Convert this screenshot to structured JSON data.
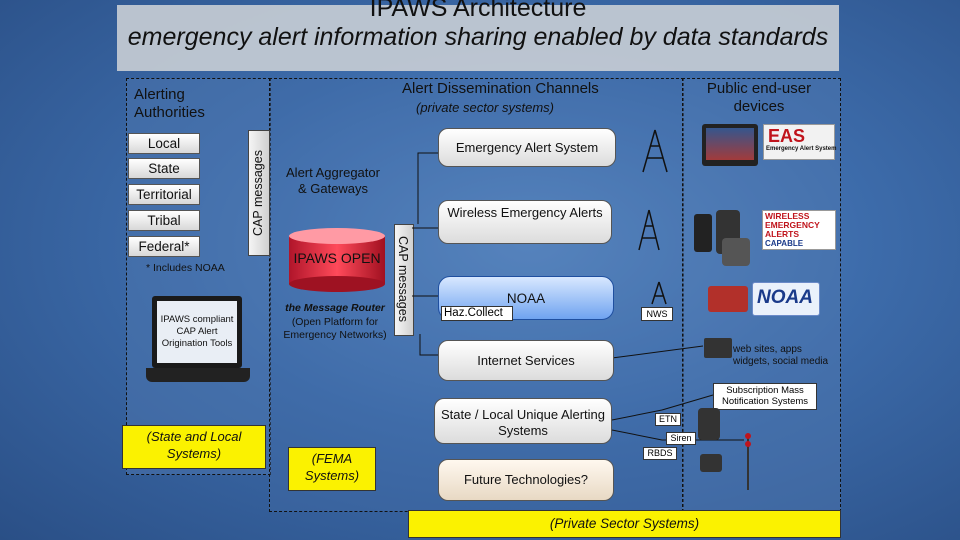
{
  "title": "IPAWS Architecture",
  "subtitle": "emergency alert information sharing enabled by data standards",
  "authorities": {
    "header": "Alerting Authorities",
    "levels": [
      "Local",
      "State",
      "Territorial",
      "Tribal",
      "Federal*"
    ],
    "footnote": "* Includes NOAA",
    "laptop_text": "IPAWS compliant CAP Alert Origination Tools",
    "systems_label": "(State and Local Systems)"
  },
  "cap_messages_left": "CAP messages",
  "cap_messages_right": "CAP messages",
  "aggregator": {
    "label": "Alert Aggregator & Gateways",
    "cylinder_label": "IPAWS OPEN",
    "router_title": "the Message Router",
    "router_desc": "(Open Platform for Emergency Networks)",
    "fema_label": "(FEMA Systems)"
  },
  "channels": {
    "header": "Alert Dissemination Channels",
    "subheader": "(private sector systems)",
    "eas": "Emergency Alert System",
    "wea": "Wireless Emergency Alerts",
    "noaa": "NOAA",
    "hazcollect": "Haz.Collect",
    "internet": "Internet Services",
    "state_local": "State / Local Unique Alerting Systems",
    "future": "Future Technologies?",
    "private_footer": "(Private Sector Systems)"
  },
  "devices": {
    "header": "Public end-user devices",
    "eas_logo": "EAS",
    "eas_logo_sub": "Emergency Alert System",
    "wea_logo_lines": [
      "WIRELESS",
      "EMERGENCY",
      "ALERTS",
      "CAPABLE"
    ],
    "noaa_logo": "NOAA",
    "nws": "NWS",
    "web_label": "web sites, apps widgets, social media",
    "subscription_label": "Subscription Mass Notification Systems",
    "etn": "ETN",
    "siren": "Siren",
    "rbds": "RBDS"
  }
}
